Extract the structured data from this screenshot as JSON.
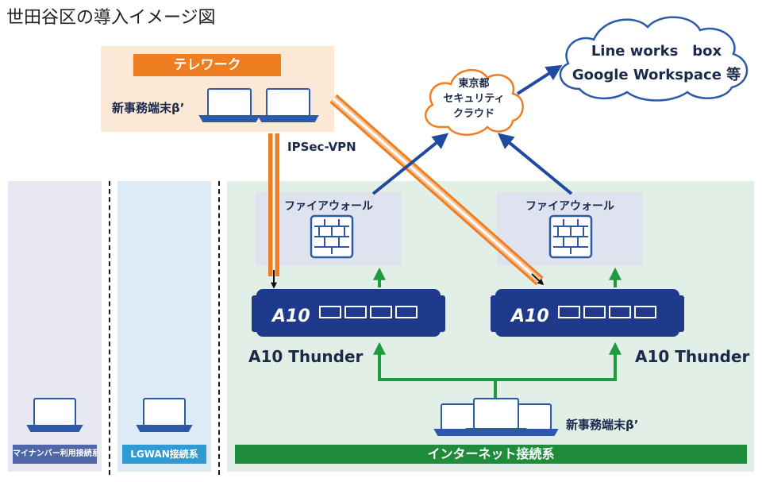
{
  "title": "世田谷区の導入イメージ図",
  "telework": {
    "label": "テレワーク",
    "terminal_label": "新事務端末β’"
  },
  "vpn_label": "IPSec-VPN",
  "cloud_tokyo": {
    "line1": "東京都",
    "line2": "セキュリティ",
    "line3": "クラウド"
  },
  "cloud_services": {
    "line1": "Line works　box",
    "line2": "Google Workspace 等"
  },
  "firewall_left_label": "ファイアウォール",
  "firewall_right_label": "ファイアウォール",
  "a10_left": {
    "logo": "A10",
    "name": "A10 Thunder"
  },
  "a10_right": {
    "logo": "A10",
    "name": "A10 Thunder"
  },
  "internet_terminal_label": "新事務端末β’",
  "zones": {
    "mynumber": "マイナンバー利用接続系",
    "lgwan": "LGWAN接続系",
    "internet": "インターネット接続系"
  },
  "colors": {
    "navy": "#1f3a8a",
    "orange": "#ef7d22",
    "green": "#1f9a3f",
    "laptop": "#2c5aa8"
  },
  "icons": [
    "laptop-icon",
    "firewall-icon",
    "cloud-icon",
    "a10-appliance-icon"
  ]
}
